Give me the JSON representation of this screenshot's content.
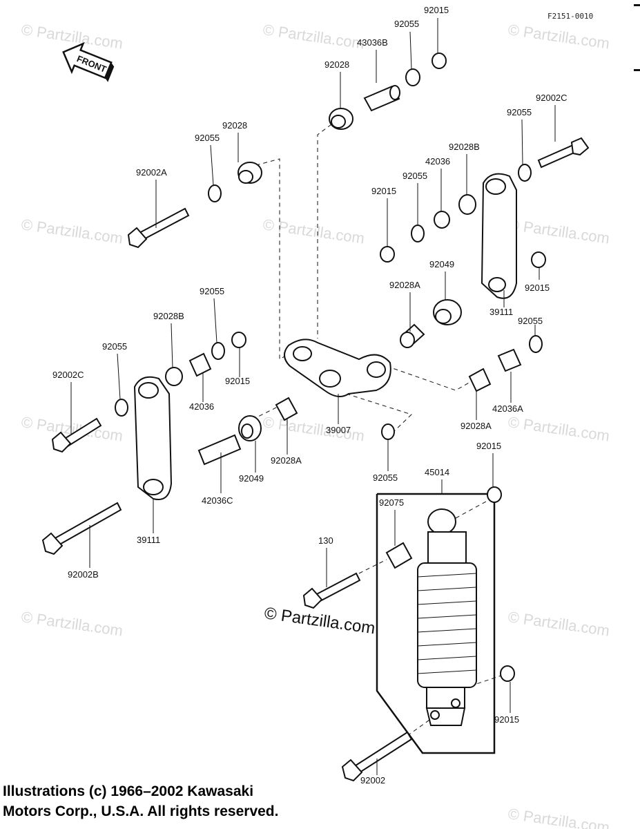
{
  "figure_code": "F2151-0010",
  "front_label": "FRONT",
  "watermark_text": "© Partzilla.com",
  "center_watermark_text": "© Partzilla.com",
  "copyright": {
    "line1": "Illustrations (c) 1966–2002 Kawasaki",
    "line2": "Motors Corp., U.S.A.  All rights reserved."
  },
  "callouts": [
    "92015",
    "92055",
    "43036B",
    "92028",
    "92002C",
    "92055",
    "92028B",
    "42036",
    "92055",
    "92015",
    "92028",
    "92055",
    "92002A",
    "92049",
    "92015",
    "92028A",
    "39111",
    "92055",
    "92055",
    "92028B",
    "92055",
    "92002C",
    "92015",
    "42036",
    "42036A",
    "92028A",
    "39007",
    "42036C",
    "92049",
    "92028A",
    "92055",
    "39111",
    "92002B",
    "45014",
    "92015",
    "92075",
    "130",
    "92015",
    "92002"
  ]
}
